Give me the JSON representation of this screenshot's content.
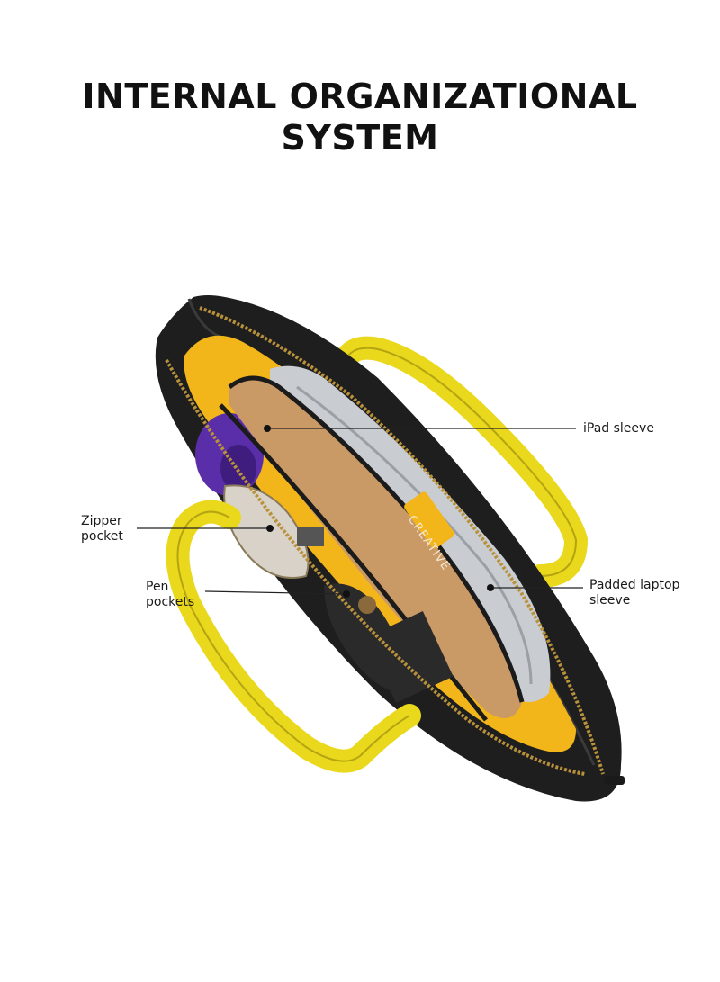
{
  "headline": {
    "line1": "INTERNAL ORGANIZATIONAL",
    "line2": "SYSTEM"
  },
  "callouts": {
    "ipad": "iPad sleeve",
    "zipper": {
      "line1": "Zipper",
      "line2": "pocket"
    },
    "pen": {
      "line1": "Pen",
      "line2": "pockets"
    },
    "laptop": {
      "line1": "Padded laptop",
      "line2": "sleeve"
    }
  },
  "bag": {
    "tag_text": "CREATIVE",
    "colors": {
      "leather": "#1e1e1e",
      "lining": "#f2b51a",
      "handle": "#e9d81c",
      "zipper": "#b8913a",
      "sleeve": "#c99a66",
      "laptop": "#c9cdd2"
    }
  }
}
